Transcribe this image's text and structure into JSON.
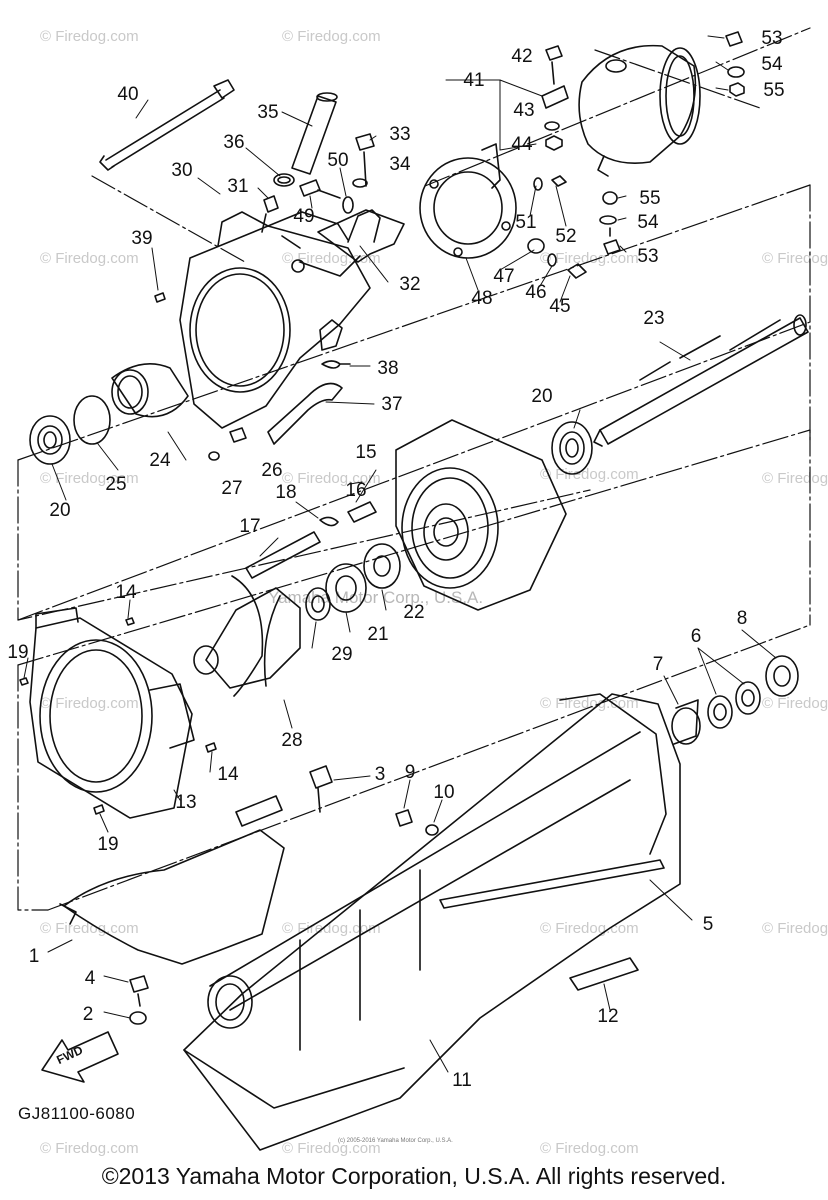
{
  "watermark": {
    "text": "© Firedog.com",
    "center_text": "Yamaha Motor Corp., U.S.A."
  },
  "diagram": {
    "code": "GJ81100-6080",
    "fwd_label": "FWD",
    "tiny_copyright": "(c) 2005-2016 Yamaha Motor Corp., U.S.A.",
    "part_numbers": [
      "1",
      "2",
      "3",
      "4",
      "5",
      "6",
      "7",
      "8",
      "9",
      "10",
      "11",
      "12",
      "13",
      "14",
      "14",
      "15",
      "16",
      "17",
      "18",
      "19",
      "19",
      "20",
      "20",
      "21",
      "22",
      "23",
      "24",
      "25",
      "26",
      "27",
      "28",
      "29",
      "30",
      "31",
      "32",
      "33",
      "34",
      "35",
      "36",
      "37",
      "38",
      "39",
      "40",
      "41",
      "42",
      "43",
      "44",
      "45",
      "46",
      "47",
      "48",
      "49",
      "50",
      "51",
      "52",
      "53",
      "53",
      "54",
      "54",
      "55",
      "55"
    ]
  },
  "footer": {
    "copyright": "©2013 Yamaha Motor Corporation, U.S.A. All rights reserved."
  },
  "colors": {
    "line": "#111111",
    "watermark": "#c9c9c9",
    "background": "#ffffff"
  }
}
